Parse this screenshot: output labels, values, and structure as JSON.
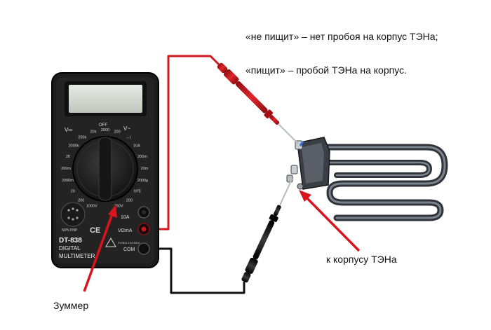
{
  "notes": {
    "no_beep": "«не пищит» – нет пробоя на корпус ТЭНа;",
    "beep": "«пищит» – пробой ТЭНа на корпус."
  },
  "labels": {
    "heater_body": "к корпусу ТЭНа",
    "buzzer": "Зуммер"
  },
  "multimeter": {
    "model": "DT-838",
    "line2": "DIGITAL",
    "line3": "MULTIMETER",
    "off_label": "OFF",
    "volt_dc": "V═",
    "volt_ac": "V~",
    "jack_10a": "10A",
    "jack_vma": "VΩmA",
    "jack_com": "COM",
    "dial_ticks": [
      "1000V",
      "200",
      "20",
      "2000m",
      "200m",
      "20",
      "2000k",
      "200k",
      "20k",
      "2000",
      "200",
      "→|",
      "10A",
      "200m",
      "20m",
      "2000μ",
      "hFE",
      "200",
      "750V"
    ],
    "fuse_warning": "FUSED 10A MAX",
    "hfe_label": "NPN PNP"
  },
  "colors": {
    "red_lead": "#c8161d",
    "black_lead": "#141414",
    "wire_red": "#d11a20",
    "wire_black": "#111111",
    "arrow": "#d8141c",
    "meter_body": "#1c1c1c",
    "heater_metal": "#444a52"
  }
}
